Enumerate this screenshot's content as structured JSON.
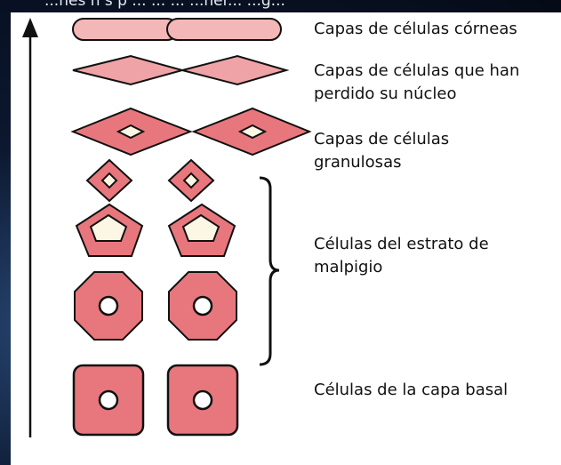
{
  "caption_fragment": "...nes   n  s   p   ...  ...  ...  ...ner...   ...g...",
  "colors": {
    "cell_fill": "#e8777d",
    "cornea_fill": "#f4b7b7",
    "flattened_fill": "#f0a3a6",
    "nucleus_fill": "#fbf7e4",
    "outline": "#111111"
  },
  "layers": [
    {
      "id": "corneas",
      "label": "Capas de células córneas"
    },
    {
      "id": "sin-nucleo",
      "label": "Capas de células que han\nperdido su núcleo"
    },
    {
      "id": "granulosas",
      "label": "Capas de células\ngranulosas"
    },
    {
      "id": "malpigio",
      "label": "Células del estrato de\nmalpigio"
    },
    {
      "id": "basal",
      "label": "Células de la capa basal"
    }
  ],
  "icons": {
    "direction": "up-arrow-icon",
    "grouping": "curly-brace-icon"
  }
}
